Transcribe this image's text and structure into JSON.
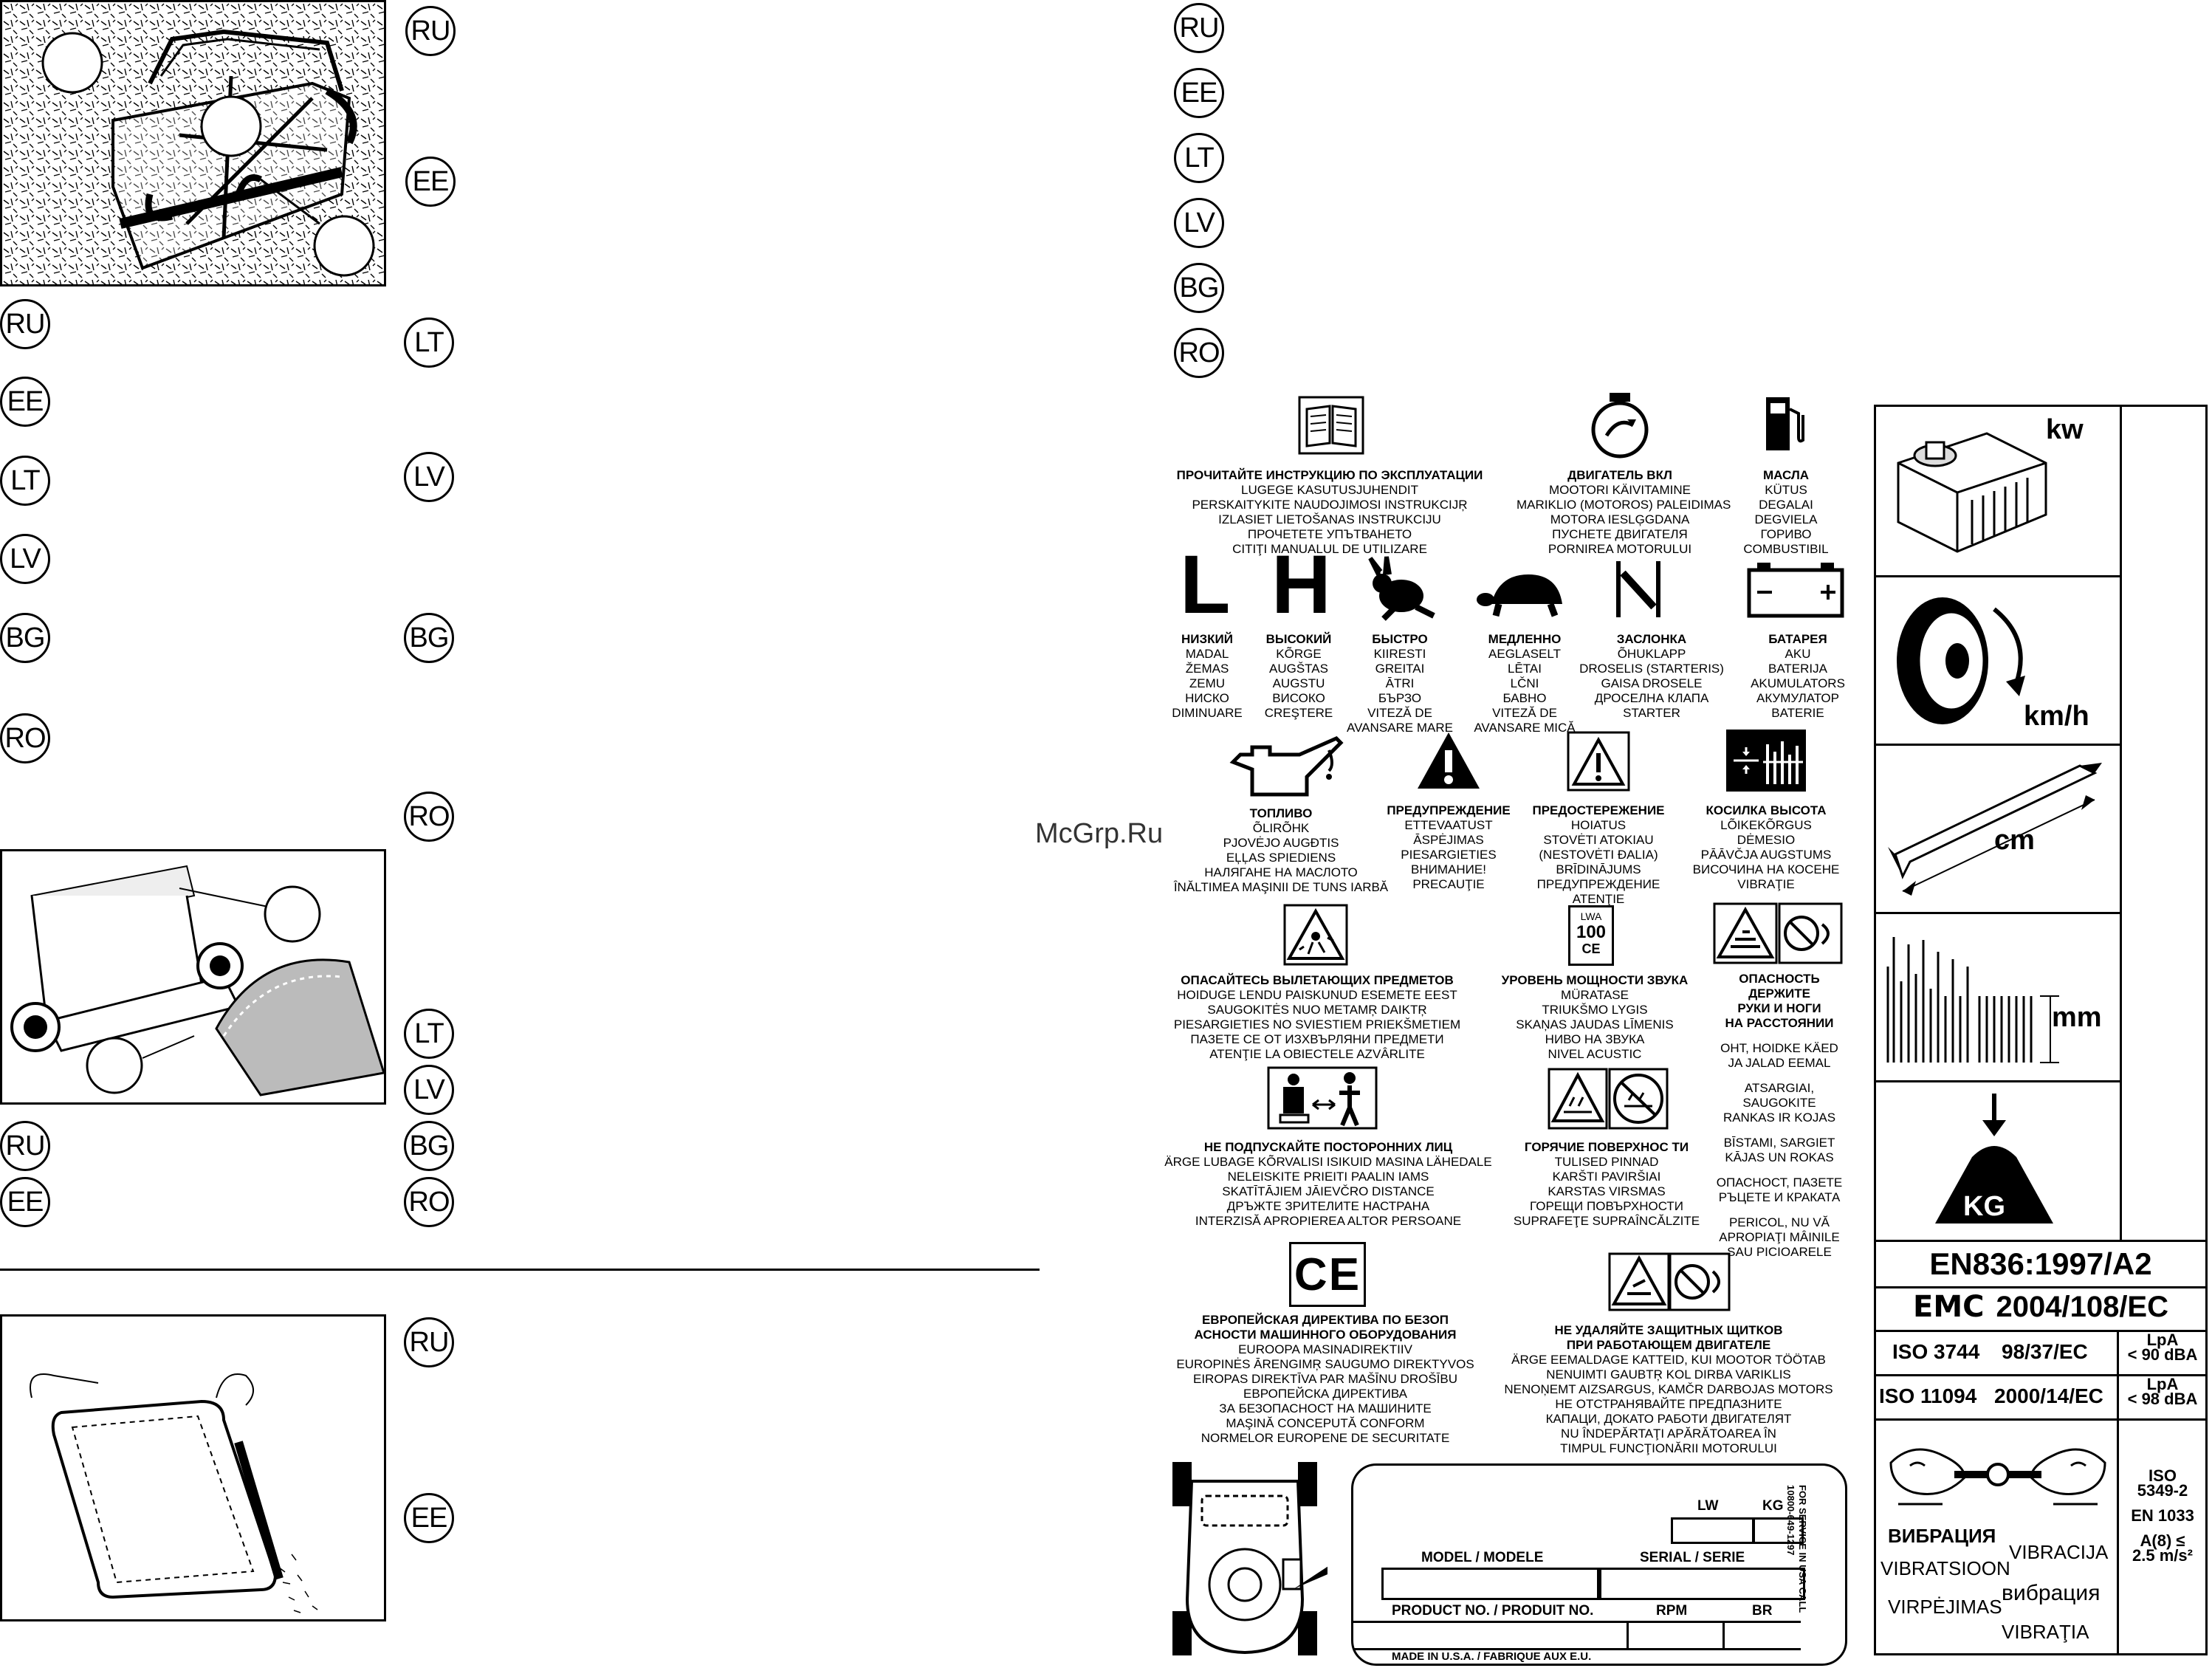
{
  "lang_codes": {
    "ru": "RU",
    "ee": "EE",
    "lt": "LT",
    "lv": "LV",
    "bg": "BG",
    "ro": "RO"
  },
  "watermark": "McGrp.Ru",
  "symbols": {
    "manual": {
      "title": "ПРОЧИТАЙТЕ ИНСТРУКЦИЮ ПО ЭКСПЛУАТАЦИИ",
      "lines": [
        "LUGEGE KASUTUSJUHENDIT",
        "PERSKAITYKITE NAUDOJIMOSI INSTRUKCIJŖ",
        "IZLASIET LIETOŠANAS INSTRUKCIJU",
        "ПРОЧЕТЕТЕ УПЪТВАНЕТО",
        "CITIŢI MANUALUL DE UTILIZARE"
      ]
    },
    "engine_on": {
      "title": "ДВИГАТЕЛЬ ВКЛ",
      "lines": [
        "MOOTORI KÄIVITAMINE",
        "MARIKLIO (MOTOROS) PALEIDIMAS",
        "MOTORA IESLĢGDANA",
        "ПУСНЕТЕ ДВИГАТЕЛЯ",
        "PORNIREA MOTORULUI"
      ]
    },
    "fuel": {
      "title": "МАСЛА",
      "lines": [
        "KÜTUS",
        "DEGALAI",
        "DEGVIELA",
        "ГОРИВО",
        "COMBUSTIBIL"
      ]
    },
    "low": {
      "glyph": "L",
      "title": "НИЗКИЙ",
      "lines": [
        "MADAL",
        "ŽEMAS",
        "ZEMU",
        "НИСКО",
        "DIMINUARE"
      ]
    },
    "high": {
      "glyph": "H",
      "title": "ВЫСОКИЙ",
      "lines": [
        "KÕRGE",
        "AUGŠTAS",
        "AUGSTU",
        "ВИСОКО",
        "CREŞTERE"
      ]
    },
    "fast": {
      "title": "БЫСТРО",
      "lines": [
        "KIIRESTI",
        "GREITAI",
        "ĀTRI",
        "БЪРЗО",
        "VITEZĂ DE",
        "AVANSARE MARE"
      ]
    },
    "slow": {
      "title": "МЕДЛЕННО",
      "lines": [
        "AEGLASELT",
        "LĒTAI",
        "LČNI",
        "БАВНО",
        "VITEZĂ DE",
        "AVANSARE MICĂ"
      ]
    },
    "choke": {
      "title": "ЗАСЛОНКА",
      "lines": [
        "ÕHUKLAPP",
        "DROSELIS (STARTERIS)",
        "GAISA DROSELE",
        "ДРОСЕЛНА КЛАПА",
        "STARTER"
      ]
    },
    "battery": {
      "title": "БАТАРЕЯ",
      "lines": [
        "AKU",
        "BATERIJA",
        "AKUMULATORS",
        "АКУМУЛАТОР",
        "BATERIE"
      ]
    },
    "oil": {
      "title": "ТОПЛИВО",
      "lines": [
        "ÕLIRÕHK",
        "PJOVĖJO AUGĐTIS",
        "EĻĻAS SPIEDIENS",
        "НАЛЯГАНЕ НА МАСЛОТО",
        "ÎNĂLTIMEA MAŞINII DE TUNS IARBĂ"
      ]
    },
    "warning": {
      "title": "ПРЕДУПРЕЖДЕНИЕ",
      "lines": [
        "ETTEVAATUST",
        "ĀSPĖJIMAS",
        "PIESARGIETIES",
        "ВНИМАНИЕ!",
        "PRECAUŢIE"
      ]
    },
    "caution": {
      "title": "ПРЕДОСТЕРЕЖЕНИЕ",
      "lines": [
        "HOIATUS",
        "STOVĖTI ATOKIAU",
        "(NESTOVĖTI ĐALIA)",
        "BRĪDINĀJUMS",
        "ПРЕДУПРЕЖДЕНИЕ",
        "ATENŢIE"
      ]
    },
    "cut_height": {
      "title": "КОСИЛКА ВЫСОТА",
      "lines": [
        "LÕIKEKÕRGUS",
        "DĖMESIO",
        "PĀĀVČJA AUGSTUMS",
        "ВИСОЧИНА НА КОСЕНЕ",
        "VIBRAŢIE"
      ]
    },
    "projectiles": {
      "title": "ОПАСАЙТЕСЬ ВЫЛЕТАЮЩИХ ПРЕДМЕТОВ",
      "lines": [
        "HOIDUGE LENDU PAISKUNUD ESEMETE EEST",
        "SAUGOKITĖS NUO METAMŖ DAIKTŖ",
        "PIESARGIETIES NO SVIESTIEM PRIEKŠMETIEM",
        "ПАЗЕТЕ СЕ ОТ ИЗХВЪРЛЯНИ ПРЕДМЕТИ",
        "ATENŢIE LA OBIECTELE AZVÂRLITE"
      ]
    },
    "sound": {
      "title": "УРОВЕНЬ МОЩНОСТИ ЗВУКА",
      "lines": [
        "MÜRATASE",
        "TRIUKŠMO LYGIS",
        "SKAŅAS JAUDAS LĪMENIS",
        "НИВО НА ЗВУКА",
        "NIVEL ACUSTIC"
      ],
      "icon_label": "LWA",
      "icon_value": "100"
    },
    "hands": {
      "title_lines": [
        "ОПАСНОСТЬ",
        "ДЕРЖИТЕ",
        "РУКИ И НОГИ",
        "НА РАССТОЯНИИ"
      ],
      "groups": [
        [
          "OHT, HOIDKE KÄED",
          "JA JALAD EEMAL"
        ],
        [
          "ATSARGIAI,",
          "SAUGOKITE",
          "RANKAS IR KOJAS"
        ],
        [
          "BĪSTAMI, SARGIET",
          "KĀJAS UN ROKAS"
        ],
        [
          "ОПАСНОСТ, ПАЗЕТЕ",
          "РЪЦЕТЕ И КРАКАТА"
        ],
        [
          "PERICOL, NU VĂ",
          "APROPIAŢI MÂINILE",
          "SAU PICIOARELE"
        ]
      ]
    },
    "bystanders": {
      "title": "НЕ ПОДПУСКАЙТЕ ПОСТОРОННИХ ЛИЦ",
      "lines": [
        "ÄRGE LUBAGE KÕRVALISI ISIKUID MASINA LÄHEDALE",
        "NELEISKITE PRIEITI PAALIN IAMS",
        "SKATĪTĀJIEM JĀIEVČRO DISTANCE",
        "ДРЪЖТЕ ЗРИТЕЛИТЕ НАСТРАНА",
        "INTERZISĂ APROPIEREA ALTOR PERSOANE"
      ]
    },
    "hot": {
      "title": "ГОРЯЧИЕ ПОВЕРХНОС ТИ",
      "lines": [
        "TULISED PINNAD",
        "KARŠTI PAVIRŠIAI",
        "KARSTAS VIRSMAS",
        "ГОРЕЩИ ПОВЪРХНОСТИ",
        "SUPRAFEŢE SUPRAÎNCĂLZITE"
      ]
    },
    "ce": {
      "glyph": "CE",
      "title_lines": [
        "ЕВРОПЕЙСКАЯ ДИРЕКТИВА ПО БЕЗОП",
        "АСНОСТИ МАШИННОГО ОБОРУДОВАНИЯ"
      ],
      "lines": [
        "EUROOPA MASINADIREKTIIV",
        "EUROPINĖS ĀRENGIMŖ SAUGUMO DIREKTYVOS",
        "EIROPAS DIREKTĪVA PAR MAŠĪNU DROŠĪBU",
        "ЕВРОПЕЙСКА ДИРЕКТИВА",
        "ЗА БЕЗОПАСНОСТ НА МАШИНИТЕ",
        "MAŞINĂ CONCEPUTĂ CONFORM",
        "NORMELOR EUROPENE DE SECURITATE"
      ]
    },
    "shields": {
      "title_lines": [
        "НЕ УДАЛЯЙТЕ ЗАЩИТНЫХ ЩИТКОВ",
        "ПРИ РАБОТАЮЩЕМ ДВИГАТЕЛЕ"
      ],
      "lines": [
        "ÄRGE EEMALDAGE KATTEID, KUI MOOTOR TÖÖTAB",
        "NENUIMTI GAUBTŖ KOL DIRBA VARIKLIS",
        "NENOŅEMT AIZSARGUS, KAMČR DARBOJAS MOTORS",
        "НЕ ОТСТРАНЯВАЙТЕ ПРЕДПАЗНИТЕ",
        "КАПАЦИ, ДОКАТО РАБОТИ ДВИГАТЕЛЯТ",
        "NU ÎNDEPĂRTAŢI APĂRĂTOAREA ÎN",
        "TIMPUL FUNCŢIONĂRII MOTORULUI"
      ]
    }
  },
  "plate": {
    "lw": "LW",
    "kg": "KG",
    "model": "MODEL / MODELE",
    "serial": "SERIAL / SERIE",
    "product": "PRODUCT NO. / PRODUIT NO.",
    "rpm": "RPM",
    "br": "BR",
    "made_in": "MADE IN U.S.A. / FABRIQUE AUX E.U.",
    "service": "FOR SERVICE IN USA CALL",
    "service_phone": "10800-649-1297"
  },
  "specs": {
    "kw": "kw",
    "kmh": "km/h",
    "cm": "cm",
    "mm": "mm",
    "kg": "KG",
    "en836": "EN836:1997/A2",
    "emc_label": "EMC",
    "emc_value": "2004/108/EC",
    "iso3744": "ISO 3744",
    "iso3744_dir": "98/37/EC",
    "lpa90_a": "LpA",
    "lpa90_b": "< 90 dBA",
    "iso11094": "ISO 11094",
    "iso11094_dir": "2000/14/EC",
    "lpa98_a": "LpA",
    "lpa98_b": "< 98 dBA",
    "vib_ru": "ВИБРАЦИЯ",
    "vib_lv": "VIBRACIJA",
    "vib_ee": "VIBRATSIOON",
    "vib_bg": "вибрация",
    "vib_lt": "VIRPĖJIMAS",
    "vib_ro": "VIBRAŢIA",
    "iso5349": "ISO",
    "iso5349_b": "5349-2",
    "en1033": "EN 1033",
    "a8": "A(8) ≤",
    "a8_val": "2.5 m/s²"
  }
}
